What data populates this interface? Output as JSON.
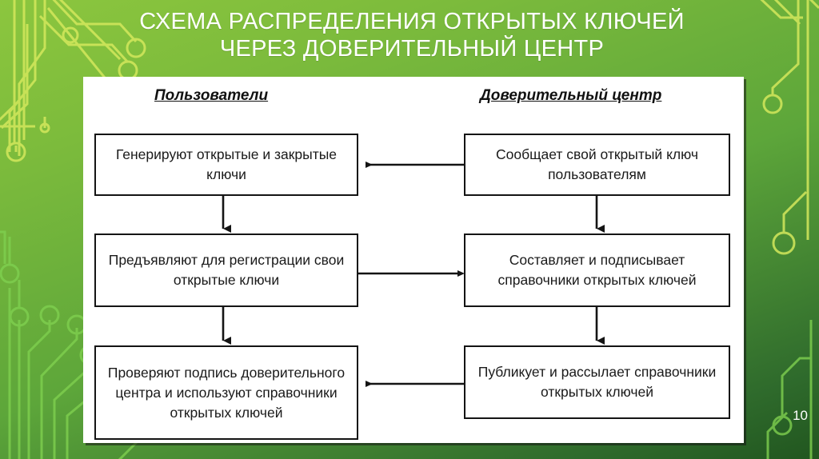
{
  "slide": {
    "page_number": "10",
    "background_color": "#7cbb3c",
    "panel_color": "#ffffff",
    "title_lines": [
      "СХЕМА РАСПРЕДЕЛЕНИЯ ОТКРЫТЫХ КЛЮЧЕЙ",
      "ЧЕРЕЗ ДОВЕРИТЕЛЬНЫЙ ЦЕНТР"
    ]
  },
  "diagram": {
    "columns": [
      {
        "id": "users",
        "heading": "Пользователи"
      },
      {
        "id": "center",
        "heading": "Доверительный центр"
      }
    ],
    "boxes": {
      "left": [
        {
          "id": "l1",
          "text": "Генерируют открытые и закрытые ключи"
        },
        {
          "id": "l2",
          "text": "Предъявляют для регистрации свои открытые ключи"
        },
        {
          "id": "l3",
          "text": "Проверяют подпись доверительного центра и используют справочники открытых ключей"
        }
      ],
      "right": [
        {
          "id": "r1",
          "text": "Сообщает свой открытый ключ пользователям"
        },
        {
          "id": "r2",
          "text": "Составляет и подписывает справочники открытых ключей"
        },
        {
          "id": "r3",
          "text": "Публикует и рассылает справочники открытых ключей"
        }
      ]
    },
    "arrows": [
      {
        "id": "a1",
        "from": "r1",
        "to": "l1",
        "direction": "left"
      },
      {
        "id": "a2",
        "from": "l1",
        "to": "l2",
        "direction": "down"
      },
      {
        "id": "a3",
        "from": "r1",
        "to": "r2",
        "direction": "down"
      },
      {
        "id": "a4",
        "from": "l2",
        "to": "r2",
        "direction": "right"
      },
      {
        "id": "a5",
        "from": "l2",
        "to": "l3",
        "direction": "down"
      },
      {
        "id": "a6",
        "from": "r2",
        "to": "r3",
        "direction": "down"
      },
      {
        "id": "a7",
        "from": "r3",
        "to": "l3",
        "direction": "left"
      }
    ]
  }
}
